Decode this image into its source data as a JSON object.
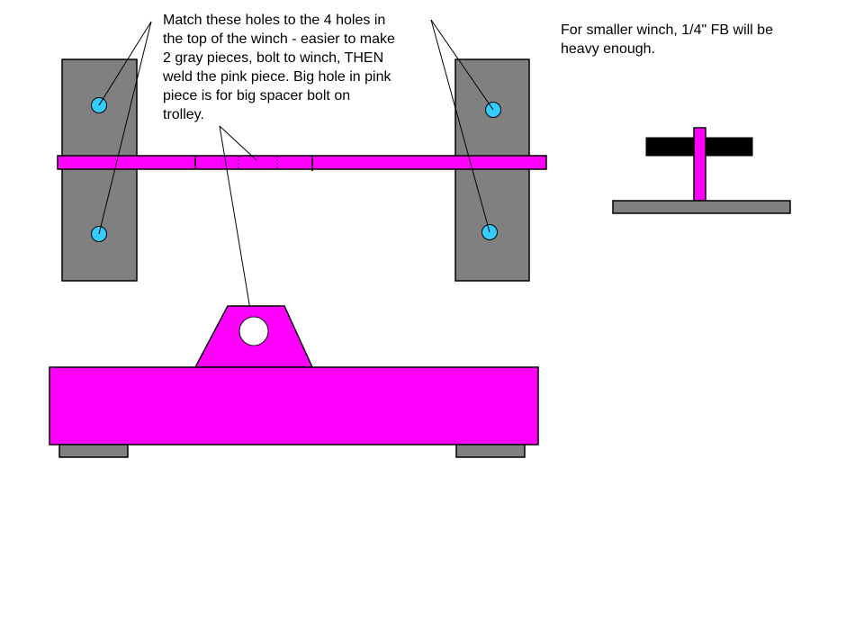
{
  "colors": {
    "pink": "#ff00ff",
    "gray": "#808080",
    "cyan": "#33ccff",
    "black": "#000000",
    "white": "#ffffff"
  },
  "notes": {
    "main": [
      "Match these holes to the 4 holes in",
      "the top of the winch - easier to make",
      "2 gray pieces, bolt to winch, THEN",
      "weld the pink piece. Big hole in pink",
      "piece is for big spacer bolt on",
      "trolley."
    ],
    "side": [
      "For smaller winch, 1/4\" FB will be",
      "heavy enough."
    ]
  }
}
